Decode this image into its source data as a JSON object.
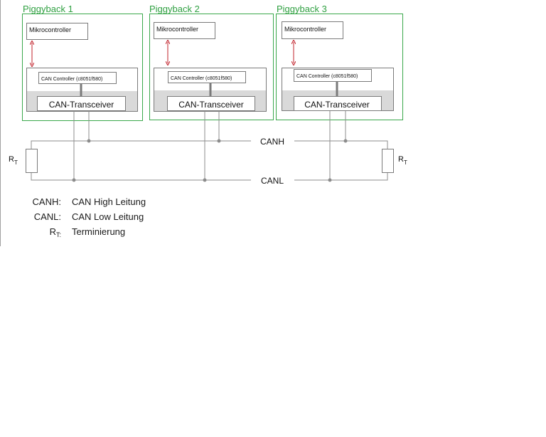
{
  "boards": [
    {
      "title": "Piggyback 1",
      "mcu_label": "Mikrocontroller",
      "controller_label": "CAN Controller (c8051f580)",
      "transceiver_label": "CAN-Transceiver"
    },
    {
      "title": "Piggyback 2",
      "mcu_label": "Mikrocontroller",
      "controller_label": "CAN Controller (c8051f580)",
      "transceiver_label": "CAN-Transceiver"
    },
    {
      "title": "Piggyback 3",
      "mcu_label": "Mikrocontroller",
      "controller_label": "CAN Controller (c8051f580)",
      "transceiver_label": "CAN-Transceiver"
    }
  ],
  "bus": {
    "canh_label": "CANH",
    "canl_label": "CANL",
    "resistor_left": {
      "main": "R",
      "sub": "T"
    },
    "resistor_right": {
      "main": "R",
      "sub": "T"
    }
  },
  "legend": [
    {
      "key": "CANH:",
      "value": "CAN High Leitung"
    },
    {
      "key": "CANL:",
      "value": "CAN Low Leitung"
    },
    {
      "key_main": "R",
      "key_sub": "T:",
      "value": "Terminierung"
    }
  ],
  "colors": {
    "board_border": "#3aa84b",
    "board_title": "#2fa041",
    "arrow": "#c0202a",
    "wire": "#8c8c8c",
    "box_border": "#7a7a7a",
    "transceiver_fill": "#d9d9d9"
  }
}
